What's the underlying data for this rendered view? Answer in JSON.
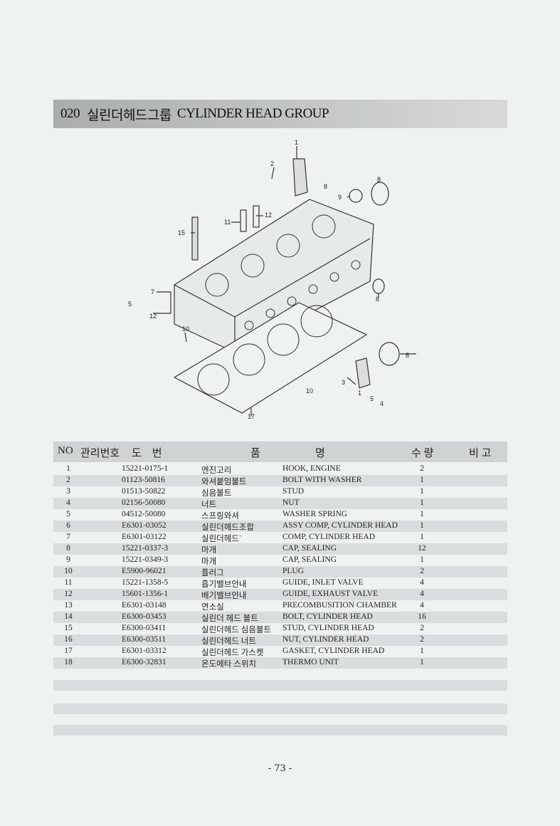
{
  "section": {
    "code": "020",
    "title_kr": "실린더헤드그룹",
    "title_en": "CYLINDER HEAD GROUP"
  },
  "diagram": {
    "callouts": [
      "1",
      "2",
      "8",
      "9",
      "8",
      "11",
      "12",
      "15",
      "7",
      "5",
      "12",
      "8",
      "10",
      "8",
      "3",
      "1",
      "5",
      "4",
      "10",
      "17"
    ]
  },
  "table": {
    "headers": {
      "no": "NO",
      "mgmt": "관리번호",
      "drawing": "도    번",
      "name1": "품",
      "name2": "명",
      "qty": "수 량",
      "remark": "비 고"
    },
    "rows": [
      {
        "no": "1",
        "part": "15221-0175-1",
        "kr": "엔진고리",
        "en": "HOOK, ENGINE",
        "qty": "2"
      },
      {
        "no": "2",
        "part": "01123-50816",
        "kr": "와셔붙임볼트",
        "en": "BOLT WITH WASHER",
        "qty": "1"
      },
      {
        "no": "3",
        "part": "01513-50822",
        "kr": "심음볼트",
        "en": "STUD",
        "qty": "1"
      },
      {
        "no": "4",
        "part": "02156-50080",
        "kr": "너트",
        "en": "NUT",
        "qty": "1"
      },
      {
        "no": "5",
        "part": "04512-50080",
        "kr": "스프링와셔",
        "en": "WASHER SPRING",
        "qty": "1"
      },
      {
        "no": "6",
        "part": "E6301-03052",
        "kr": "실린더헤드조합",
        "en": "ASSY COMP, CYLINDER HEAD",
        "qty": "1"
      },
      {
        "no": "7",
        "part": "E6301-03122",
        "kr": "실린더헤드`",
        "en": "COMP, CYLINDER HEAD",
        "qty": "1"
      },
      {
        "no": "8",
        "part": "15221-0337-3",
        "kr": "마개",
        "en": "CAP, SEALING",
        "qty": "12"
      },
      {
        "no": "9",
        "part": "15221-0349-3",
        "kr": "마개",
        "en": "CAP, SEALING",
        "qty": "1"
      },
      {
        "no": "10",
        "part": "E5900-96021",
        "kr": "플러그",
        "en": "PLUG",
        "qty": "2"
      },
      {
        "no": "11",
        "part": "15221-1358-5",
        "kr": "흡기밸브안내",
        "en": "GUIDE, INLET VALVE",
        "qty": "4"
      },
      {
        "no": "12",
        "part": "15601-1356-1",
        "kr": "배기밸브안내",
        "en": "GUIDE, EXHAUST VALVE",
        "qty": "4"
      },
      {
        "no": "13",
        "part": "E6301-03148",
        "kr": "연소실",
        "en": "PRECOMBUSITION CHAMBER",
        "qty": "4"
      },
      {
        "no": "14",
        "part": "E6300-03453",
        "kr": "실린더 헤드 볼트",
        "en": "BOLT, CYLINDER HEAD",
        "qty": "16"
      },
      {
        "no": "15",
        "part": "E6300-03411",
        "kr": "실린더헤드 심음볼트",
        "en": "STUD, CYLINDER HEAD",
        "qty": "2"
      },
      {
        "no": "16",
        "part": "E6300-03511",
        "kr": "실린더헤드 너트",
        "en": "NUT, CYLINDER HEAD",
        "qty": "2"
      },
      {
        "no": "17",
        "part": "E6301-03312",
        "kr": "실린더헤드 가스켓",
        "en": "GASKET, CYLINDER HEAD",
        "qty": "1"
      },
      {
        "no": "18",
        "part": "E6300-32831",
        "kr": "온도메타 스위치",
        "en": "THERMO UNIT",
        "qty": "1"
      }
    ]
  },
  "page_number": "- 73 -"
}
